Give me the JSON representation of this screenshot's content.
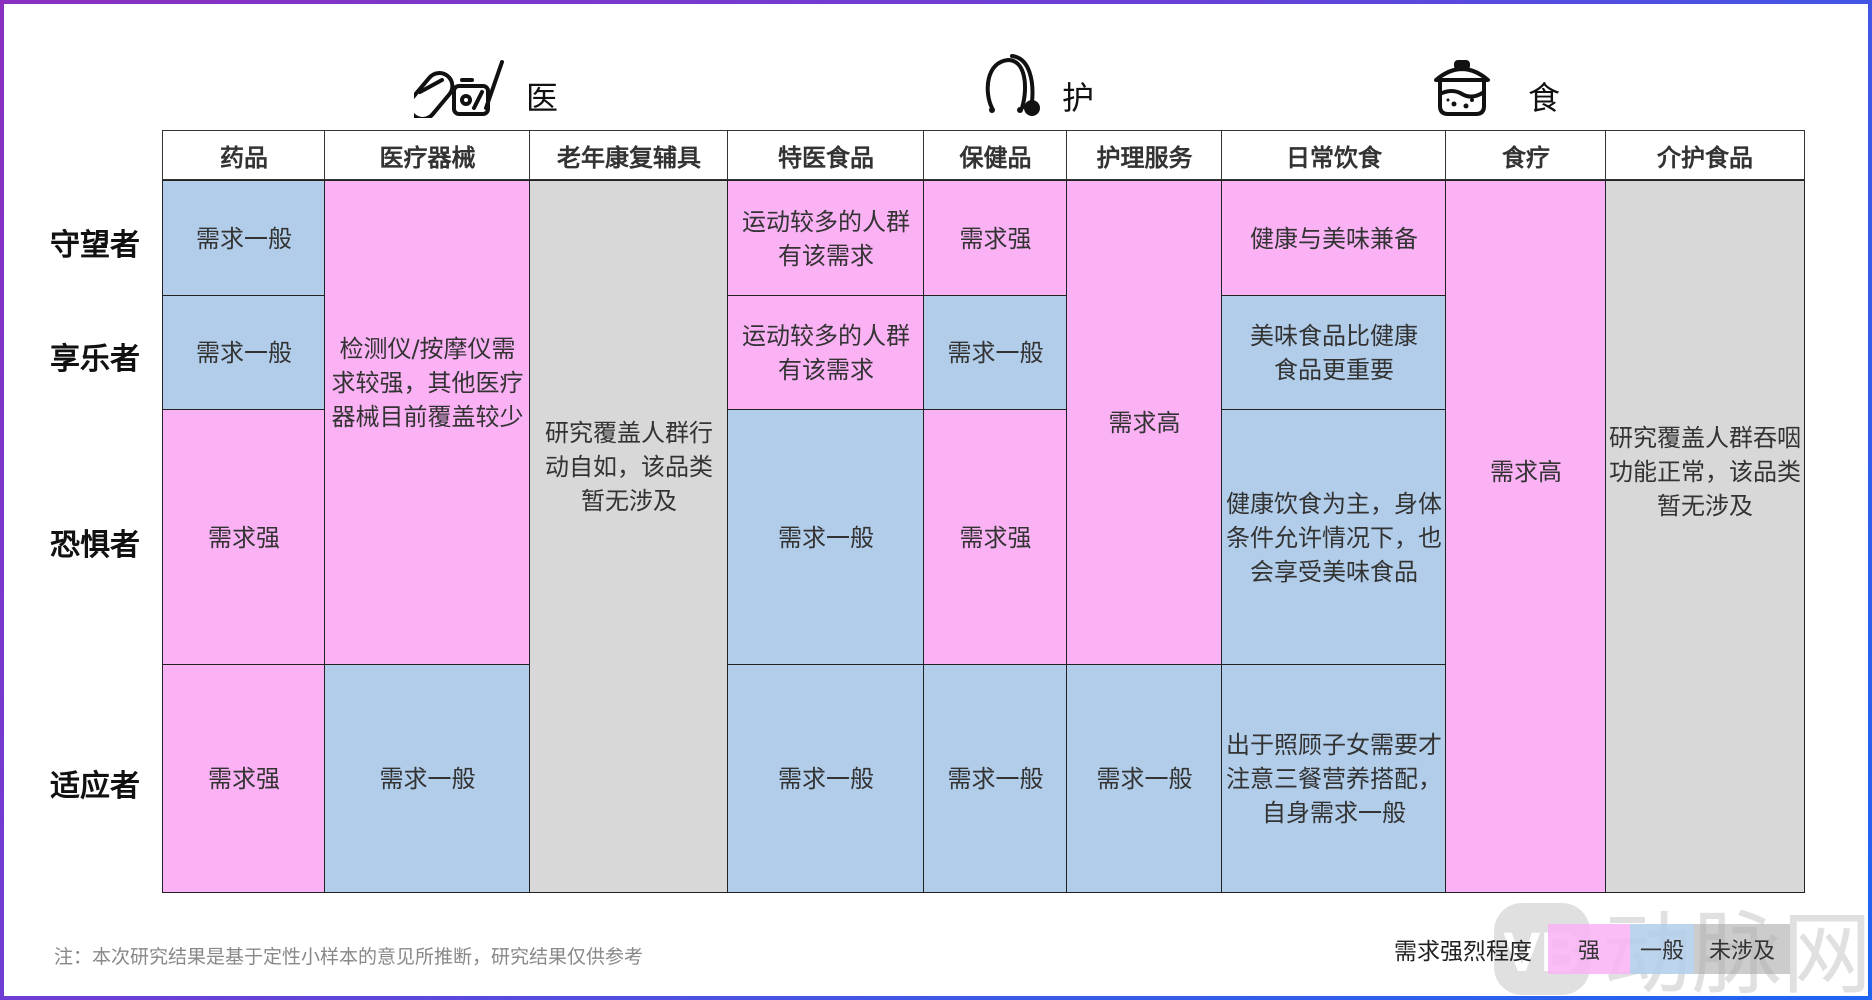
{
  "categories": [
    {
      "label": "医",
      "icon": "pill-medicine-icon"
    },
    {
      "label": "护",
      "icon": "stethoscope-icon"
    },
    {
      "label": "食",
      "icon": "cooking-pot-icon"
    }
  ],
  "columns": [
    "药品",
    "医疗器械",
    "老年康复辅具",
    "特医食品",
    "保健品",
    "护理服务",
    "日常饮食",
    "食疗",
    "介护食品"
  ],
  "rows": [
    "守望者",
    "享乐者",
    "恐惧者",
    "适应者"
  ],
  "colors": {
    "strong": "#fab2f4",
    "general": "#b1cdea",
    "none": "#d8d8d8"
  },
  "cells": {
    "c0r0": "需求一般",
    "c0r1": "需求一般",
    "c0r2": "需求强",
    "c0r3": "需求强",
    "c1r012": "检测仪/按摩仪需求较强，其他医疗器械目前覆盖较少",
    "c1r3": "需求一般",
    "c2all": "研究覆盖人群行动自如，该品类暂无涉及",
    "c3r0": "运动较多的人群有该需求",
    "c3r1": "运动较多的人群有该需求",
    "c3r2": "需求一般",
    "c3r3": "需求一般",
    "c4r0": "需求强",
    "c4r1": "需求一般",
    "c4r2": "需求强",
    "c4r3": "需求一般",
    "c5r012": "需求高",
    "c5r3": "需求一般",
    "c6r0": "健康与美味兼备",
    "c6r1": "美味食品比健康食品更重要",
    "c6r2": "健康饮食为主，身体条件允许情况下，也会享受美味食品",
    "c6r3": "出于照顾子女需要才注意三餐营养搭配，自身需求一般",
    "c7all": "需求高",
    "c8all": "研究覆盖人群吞咽功能正常，该品类暂无涉及"
  },
  "note": "注：本次研究结果是基于定性小样本的意见所推断，研究结果仅供参考",
  "legend": {
    "title": "需求强烈程度",
    "items": [
      "强",
      "一般",
      "未涉及"
    ]
  },
  "watermark": "动脉网",
  "chart_data": {
    "type": "table",
    "title": "",
    "column_groups": [
      {
        "group": "医",
        "columns": [
          "药品",
          "医疗器械",
          "老年康复辅具"
        ]
      },
      {
        "group": "护",
        "columns": [
          "特医食品",
          "保健品",
          "护理服务"
        ]
      },
      {
        "group": "食",
        "columns": [
          "日常饮食",
          "食疗",
          "介护食品"
        ]
      }
    ],
    "rows": [
      "守望者",
      "享乐者",
      "恐惧者",
      "适应者"
    ],
    "legend": {
      "强": "#fab2f4",
      "一般": "#b1cdea",
      "未涉及": "#d8d8d8"
    },
    "values": {
      "药品": {
        "守望者": "一般",
        "享乐者": "一般",
        "恐惧者": "强",
        "适应者": "强"
      },
      "医疗器械": {
        "守望者": "强",
        "享乐者": "强",
        "恐惧者": "强",
        "适应者": "一般"
      },
      "老年康复辅具": {
        "守望者": "未涉及",
        "享乐者": "未涉及",
        "恐惧者": "未涉及",
        "适应者": "未涉及"
      },
      "特医食品": {
        "守望者": "强",
        "享乐者": "强",
        "恐惧者": "一般",
        "适应者": "一般"
      },
      "保健品": {
        "守望者": "强",
        "享乐者": "一般",
        "恐惧者": "强",
        "适应者": "一般"
      },
      "护理服务": {
        "守望者": "强",
        "享乐者": "强",
        "恐惧者": "强",
        "适应者": "一般"
      },
      "日常饮食": {
        "守望者": "强",
        "享乐者": "一般",
        "恐惧者": "一般",
        "适应者": "一般"
      },
      "食疗": {
        "守望者": "强",
        "享乐者": "强",
        "恐惧者": "强",
        "适应者": "强"
      },
      "介护食品": {
        "守望者": "未涉及",
        "享乐者": "未涉及",
        "恐惧者": "未涉及",
        "适应者": "未涉及"
      }
    },
    "note": "注：本次研究结果是基于定性小样本的意见所推断，研究结果仅供参考"
  }
}
